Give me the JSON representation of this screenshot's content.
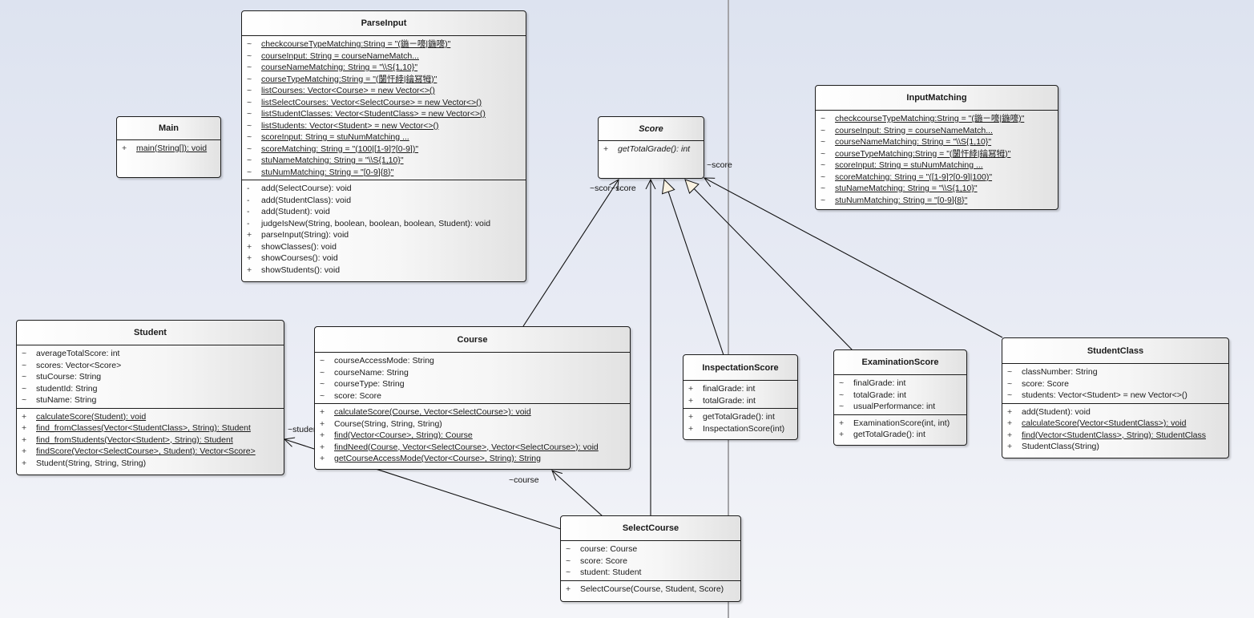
{
  "diagram": {
    "type": "UML class diagram",
    "classes": {
      "parseinput": {
        "name": "ParseInput",
        "attributes": [
          {
            "vis": "~",
            "text": "checkcourseTypeMatching:String = \"(鍦ㄧ嚎|鍦嚎)\"",
            "static": true
          },
          {
            "vis": "~",
            "text": "courseInput: String = courseNameMatch...",
            "static": true
          },
          {
            "vis": "~",
            "text": "courseNameMatching: String = \"\\\\S{1,10}\"",
            "static": true
          },
          {
            "vis": "~",
            "text": "courseTypeMatching:String = \"(闅忓綍|鑰冩牳)\"",
            "static": true
          },
          {
            "vis": "~",
            "text": "listCourses: Vector<Course> = new Vector<>()",
            "static": true
          },
          {
            "vis": "~",
            "text": "listSelectCourses: Vector<SelectCourse> = new Vector<>()",
            "static": true
          },
          {
            "vis": "~",
            "text": "listStudentClasses: Vector<StudentClass> = new Vector<>()",
            "static": true
          },
          {
            "vis": "~",
            "text": "listStudents: Vector<Student> = new Vector<>()",
            "static": true
          },
          {
            "vis": "~",
            "text": "scoreInput: String = stuNumMatching ...",
            "static": true
          },
          {
            "vis": "~",
            "text": "scoreMatching: String = \"(100|[1-9]?[0-9])\"",
            "static": true
          },
          {
            "vis": "~",
            "text": "stuNameMatching: String = \"\\\\S{1,10}\"",
            "static": true
          },
          {
            "vis": "~",
            "text": "stuNumMatching: String = \"[0-9]{8}\"",
            "static": true
          }
        ],
        "operations": [
          {
            "vis": "-",
            "text": "add(SelectCourse): void"
          },
          {
            "vis": "-",
            "text": "add(StudentClass): void"
          },
          {
            "vis": "-",
            "text": "add(Student): void"
          },
          {
            "vis": "-",
            "text": "judgeIsNew(String, boolean, boolean, boolean, Student): void"
          },
          {
            "vis": "+",
            "text": "parseInput(String): void"
          },
          {
            "vis": "+",
            "text": "showClasses(): void"
          },
          {
            "vis": "+",
            "text": "showCourses(): void"
          },
          {
            "vis": "+",
            "text": "showStudents(): void"
          }
        ]
      },
      "main": {
        "name": "Main",
        "attributes": [],
        "operations": [
          {
            "vis": "+",
            "text": "main(String[]): void",
            "static": true
          }
        ]
      },
      "score": {
        "name": "Score",
        "abstract": true,
        "attributes": [],
        "operations": [
          {
            "vis": "+",
            "text": "getTotalGrade(): int",
            "abstract": true
          }
        ]
      },
      "inputmatching": {
        "name": "InputMatching",
        "attributes": [
          {
            "vis": "~",
            "text": "checkcourseTypeMatching:String = \"(鍦ㄧ嚎|鍦嚎)\"",
            "static": true
          },
          {
            "vis": "~",
            "text": "courseInput: String = courseNameMatch...",
            "static": true
          },
          {
            "vis": "~",
            "text": "courseNameMatching: String = \"\\\\S{1,10}\"",
            "static": true
          },
          {
            "vis": "~",
            "text": "courseTypeMatching:String = \"(闅忓綍|鑰冩牳)\"",
            "static": true
          },
          {
            "vis": "~",
            "text": "scoreInput: String = stuNumMatching ...",
            "static": true
          },
          {
            "vis": "~",
            "text": "scoreMatching: String = \"([1-9]?[0-9]|100)\"",
            "static": true
          },
          {
            "vis": "~",
            "text": "stuNameMatching: String = \"\\\\S{1,10}\"",
            "static": true
          },
          {
            "vis": "~",
            "text": "stuNumMatching: String = \"[0-9]{8}\"",
            "static": true
          }
        ],
        "operations": []
      },
      "student": {
        "name": "Student",
        "attributes": [
          {
            "vis": "~",
            "text": "averageTotalScore: int"
          },
          {
            "vis": "~",
            "text": "scores: Vector<Score>"
          },
          {
            "vis": "~",
            "text": "stuCourse: String"
          },
          {
            "vis": "~",
            "text": "studentId: String"
          },
          {
            "vis": "~",
            "text": "stuName: String"
          }
        ],
        "operations": [
          {
            "vis": "+",
            "text": "calculateScore(Student): void",
            "static": true
          },
          {
            "vis": "+",
            "text": "find_fromClasses(Vector<StudentClass>, String): Student",
            "static": true
          },
          {
            "vis": "+",
            "text": "find_fromStudents(Vector<Student>, String): Student",
            "static": true
          },
          {
            "vis": "+",
            "text": "findScore(Vector<SelectCourse>, Student): Vector<Score>",
            "static": true
          },
          {
            "vis": "+",
            "text": "Student(String, String, String)"
          }
        ]
      },
      "course": {
        "name": "Course",
        "attributes": [
          {
            "vis": "~",
            "text": "courseAccessMode: String"
          },
          {
            "vis": "~",
            "text": "courseName: String"
          },
          {
            "vis": "~",
            "text": "courseType: String"
          },
          {
            "vis": "~",
            "text": "score: Score"
          }
        ],
        "operations": [
          {
            "vis": "+",
            "text": "calculateScore(Course, Vector<SelectCourse>): void",
            "static": true
          },
          {
            "vis": "+",
            "text": "Course(String, String, String)"
          },
          {
            "vis": "+",
            "text": "find(Vector<Course>, String): Course",
            "static": true
          },
          {
            "vis": "+",
            "text": "findNeed(Course, Vector<SelectCourse>, Vector<SelectCourse>): void",
            "static": true
          },
          {
            "vis": "+",
            "text": "getCourseAccessMode(Vector<Course>, String): String",
            "static": true
          }
        ]
      },
      "inspectationscore": {
        "name": "InspectationScore",
        "attributes": [
          {
            "vis": "+",
            "text": "finalGrade: int"
          },
          {
            "vis": "+",
            "text": "totalGrade: int"
          }
        ],
        "operations": [
          {
            "vis": "+",
            "text": "getTotalGrade(): int"
          },
          {
            "vis": "+",
            "text": "InspectationScore(int)"
          }
        ]
      },
      "examinationscore": {
        "name": "ExaminationScore",
        "attributes": [
          {
            "vis": "~",
            "text": "finalGrade: int"
          },
          {
            "vis": "~",
            "text": "totalGrade: int"
          },
          {
            "vis": "~",
            "text": "usualPerformance: int"
          }
        ],
        "operations": [
          {
            "vis": "+",
            "text": "ExaminationScore(int, int)"
          },
          {
            "vis": "+",
            "text": "getTotalGrade(): int"
          }
        ]
      },
      "studentclass": {
        "name": "StudentClass",
        "attributes": [
          {
            "vis": "~",
            "text": "classNumber: String"
          },
          {
            "vis": "~",
            "text": "score: Score"
          },
          {
            "vis": "~",
            "text": "students: Vector<Student> = new Vector<>()"
          }
        ],
        "operations": [
          {
            "vis": "+",
            "text": "add(Student): void"
          },
          {
            "vis": "+",
            "text": "calculateScore(Vector<StudentClass>): void",
            "static": true
          },
          {
            "vis": "+",
            "text": "find(Vector<StudentClass>, String): StudentClass",
            "static": true
          },
          {
            "vis": "+",
            "text": "StudentClass(String)"
          }
        ]
      },
      "selectcourse": {
        "name": "SelectCourse",
        "attributes": [
          {
            "vis": "~",
            "text": "course: Course"
          },
          {
            "vis": "~",
            "text": "score: Score"
          },
          {
            "vis": "~",
            "text": "student: Student"
          }
        ],
        "operations": [
          {
            "vis": "+",
            "text": "SelectCourse(Course, Student, Score)"
          }
        ]
      }
    },
    "relations": [
      {
        "from": "Course",
        "to": "Score",
        "kind": "association",
        "role": "~score"
      },
      {
        "from": "SelectCourse",
        "to": "Score",
        "kind": "association",
        "role": "~score"
      },
      {
        "from": "InspectationScore",
        "to": "Score",
        "kind": "generalization"
      },
      {
        "from": "ExaminationScore",
        "to": "Score",
        "kind": "generalization"
      },
      {
        "from": "StudentClass",
        "to": "Score",
        "kind": "association",
        "role": "~score"
      },
      {
        "from": "SelectCourse",
        "to": "Course",
        "kind": "association",
        "role": "~course"
      },
      {
        "from": "SelectCourse",
        "to": "Student",
        "kind": "association",
        "role": "~student"
      }
    ],
    "labels": {
      "score_left": "~scor~score",
      "score_right": "~score",
      "course_role": "~course",
      "student_role": "~student"
    }
  }
}
